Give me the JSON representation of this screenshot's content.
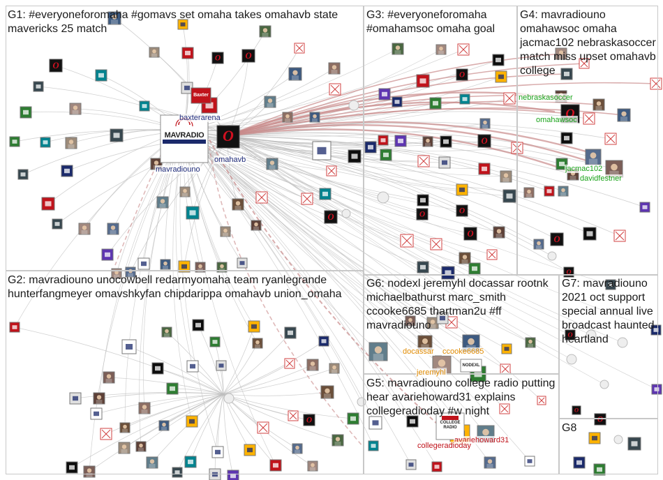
{
  "groups": [
    {
      "id": "G1",
      "title": "G1: #everyoneforomaha #gomavs set omaha takes omahavb state mavericks 25 match"
    },
    {
      "id": "G2",
      "title": "G2: mavradiouno unocowbell redarmyomaha team ryanlegrande hunterfangmeyer omavshkyfan chipdarippa omahavb union_omaha"
    },
    {
      "id": "G3",
      "title": "G3: #everyoneforomaha #omahamsoc omaha goal"
    },
    {
      "id": "G4",
      "title": "G4: mavradiouno omahawsoc omaha jacmac102 nebraskasoccer match miss upset omahavb college"
    },
    {
      "id": "G5",
      "title": "G5: mavradiouno college radio putting hear avariehoward31 explains collegeradioday #w night"
    },
    {
      "id": "G6",
      "title": "G6: nodexl jeremyhl docassar rootnk michaelbathurst marc_smith ccooke6685 thartman2u #ff mavradiouno"
    },
    {
      "id": "G7",
      "title": "G7: mavradiouno 2021 oct support special annual live broadcast haunted heartland"
    },
    {
      "id": "G8",
      "title": "G8"
    }
  ],
  "node_labels": {
    "mavradiouno": "mavradiouno",
    "omahavb": "omahavb",
    "baxterarena": "baxterarena",
    "nebraskasoccer": "nebraskasoccer",
    "omahawsoc": "omahawsoc",
    "jacmac102": "jacmac102",
    "davidfestner": "davidfestner",
    "docassar": "docassar",
    "ccooke6685": "ccooke6685",
    "jeremyhl": "jeremyhl",
    "avariehoward31": "avariehoward31",
    "collegeradioday": "collegeradioday"
  },
  "logo_texts": {
    "mavradio": "MAVRADIO",
    "baxter": "Baxter",
    "college_radio": "COLLEGE RADIO",
    "nodexl": "NODEXL"
  },
  "colors": {
    "edge": "#bdbdbd",
    "edge_strong": "#c98a8a",
    "box_border": "#c8c8c8",
    "label_navy": "#1f2b7a",
    "label_green": "#1aa31a",
    "label_orange": "#e08a00",
    "label_red": "#c0131b"
  }
}
